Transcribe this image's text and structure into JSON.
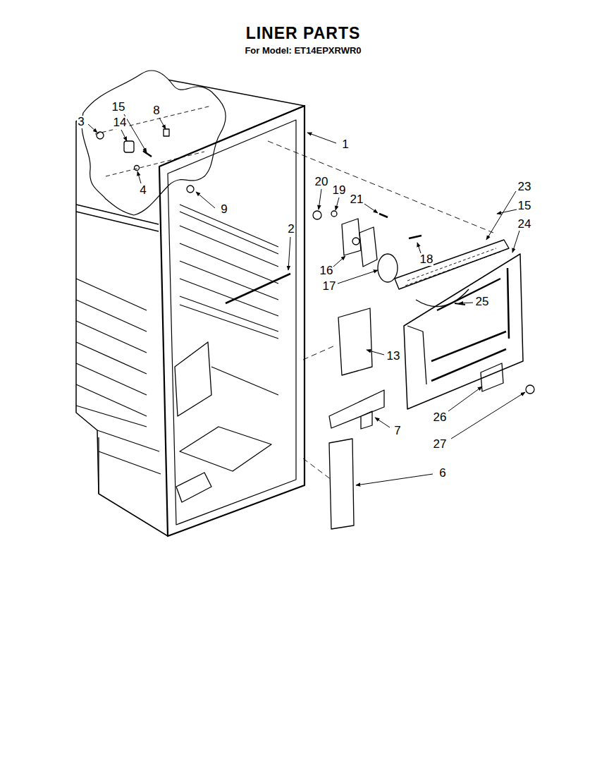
{
  "diagram": {
    "title": "LINER PARTS",
    "caption": "For Model: ET14EPXRWR0",
    "labels": [
      "15",
      "8",
      "3",
      "14",
      "1",
      "4",
      "20",
      "19",
      "21",
      "23",
      "15",
      "24",
      "9",
      "2",
      "16",
      "18",
      "17",
      "25",
      "13",
      "26",
      "27",
      "7",
      "6"
    ]
  }
}
